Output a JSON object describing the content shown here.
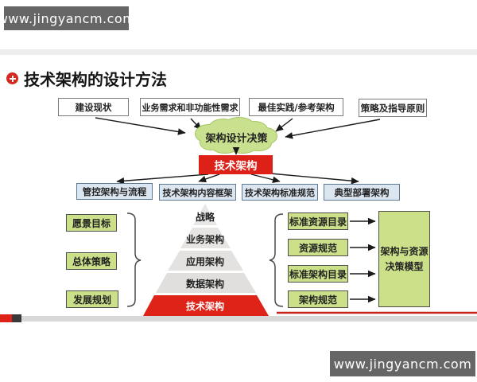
{
  "watermarks": {
    "top": "www.jingyancm.com",
    "bottom": "www.jingyancm.com"
  },
  "title": "技术架构的设计方法",
  "diagram": {
    "inputs": [
      "建设现状",
      "业务需求和非功能性需求",
      "最佳实践/参考架构",
      "策略及指导原则"
    ],
    "decision_cloud": "架构设计决策",
    "core": "技术架构",
    "outputs": [
      "管控架构与流程",
      "技术架构内容框架",
      "技术架构标准规范",
      "典型部署架构"
    ],
    "pyramid": [
      "战略",
      "业务架构",
      "应用架构",
      "数据架构",
      "技术架构"
    ],
    "left_items": [
      "愿景目标",
      "总体策略",
      "发展规划"
    ],
    "right_items": [
      "标准资源目录",
      "资源规范",
      "标准架构目录",
      "架构规范"
    ],
    "decision_model_line1": "架构与资源",
    "decision_model_line2": "决策模型"
  },
  "colors": {
    "accent_red": "#de2118",
    "cloud_green": "#c9e18e",
    "box_green": "#cbe089",
    "box_blue": "#dbe6f1",
    "pyramid_gray": "#e5e4e2",
    "watermark_bg": "#666666",
    "bottom_bar_gray": "#d8d8d8"
  }
}
